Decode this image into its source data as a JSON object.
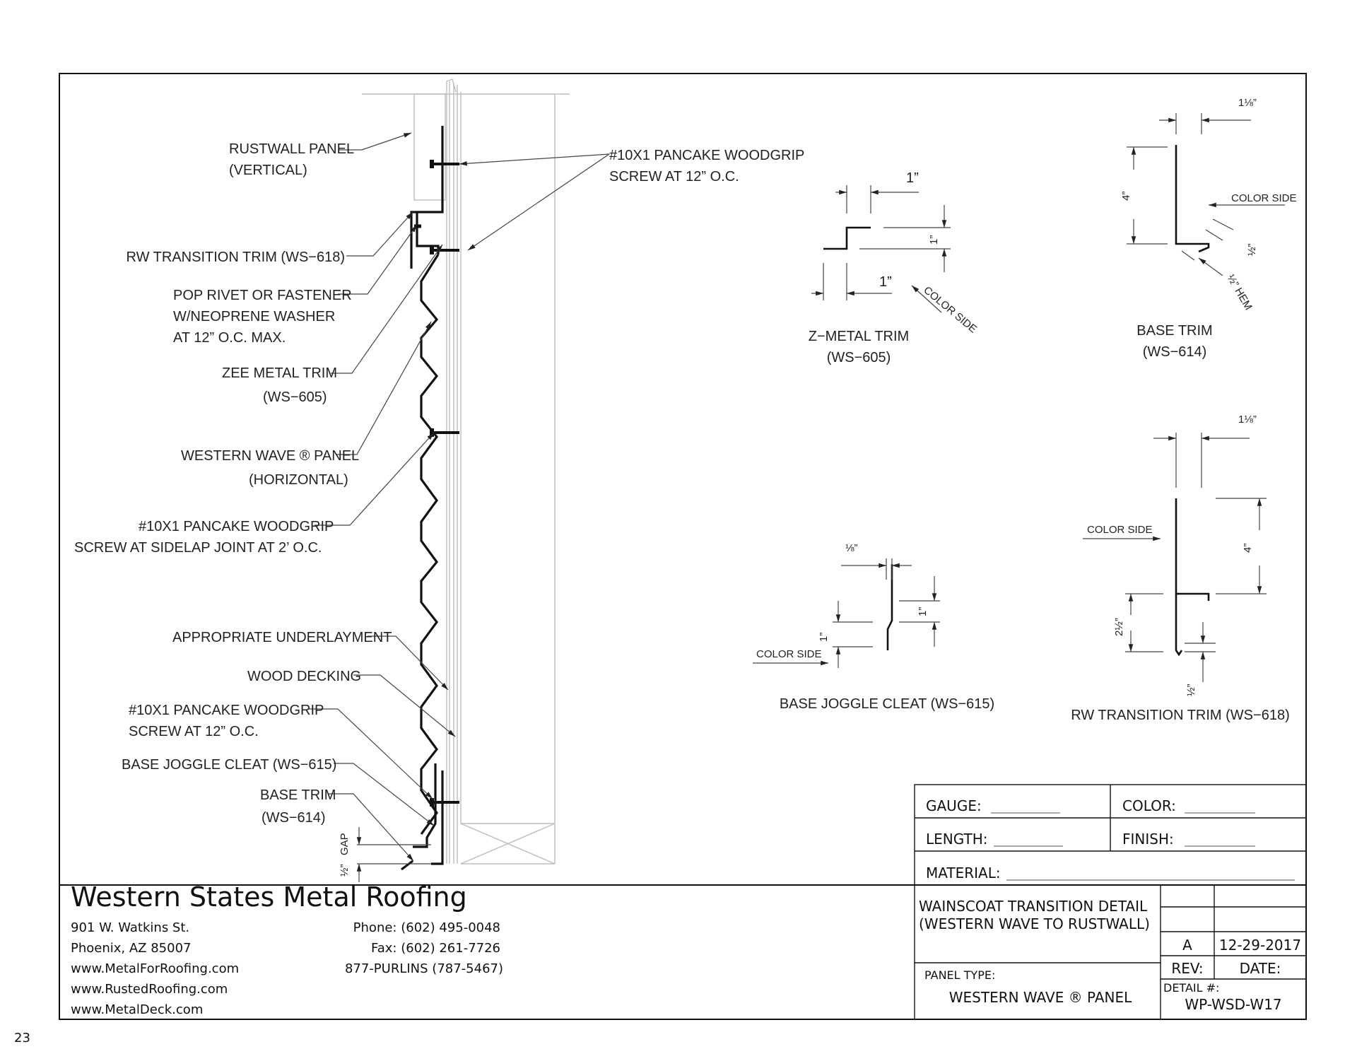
{
  "page_number": "23",
  "callouts": {
    "rustwall": [
      "RUSTWALL PANEL",
      "(VERTICAL)"
    ],
    "screw_top": [
      "#10X1 PANCAKE WOODGRIP",
      "SCREW AT 12” O.C."
    ],
    "rw_transition": "RW TRANSITION TRIM (WS−618)",
    "pop_rivet": [
      "POP RIVET OR FASTENER",
      "W/NEOPRENE WASHER",
      "AT 12” O.C. MAX."
    ],
    "zee_trim": [
      "ZEE METAL TRIM",
      "(WS−605)"
    ],
    "western_wave": [
      "WESTERN WAVE ® PANEL",
      "(HORIZONTAL)"
    ],
    "screw_sidelap": [
      "#10X1 PANCAKE WOODGRIP",
      "SCREW AT SIDELAP JOINT AT 2’ O.C."
    ],
    "underlayment": "APPROPRIATE UNDERLAYMENT",
    "wood_decking": "WOOD DECKING",
    "screw_bottom": [
      "#10X1 PANCAKE WOODGRIP",
      "SCREW AT 12” O.C."
    ],
    "base_joggle": "BASE JOGGLE CLEAT (WS−615)",
    "base_trim": [
      "BASE TRIM",
      "(WS−614)"
    ],
    "gap": "GAP",
    "gap_dim": "½”"
  },
  "details": {
    "z_trim": {
      "title": [
        "Z−METAL TRIM",
        "(WS−605)"
      ],
      "dims": [
        "1”",
        "1”",
        "1”"
      ],
      "color_side": "COLOR SIDE"
    },
    "base_trim": {
      "title": [
        "BASE TRIM",
        "(WS−614)"
      ],
      "dims": [
        "1⅛”",
        "4”",
        "½”",
        "½” HEM"
      ],
      "color_side": "COLOR SIDE"
    },
    "joggle": {
      "title": "BASE JOGGLE CLEAT (WS−615)",
      "dims": [
        "⅛”",
        "1”",
        "1”"
      ],
      "color_side": "COLOR SIDE"
    },
    "rw_trim": {
      "title": "RW TRANSITION TRIM (WS−618)",
      "dims": [
        "1⅛”",
        "4”",
        "2½”",
        "½”"
      ],
      "color_side": "COLOR SIDE"
    }
  },
  "spec_fields": {
    "gauge": "GAUGE:",
    "color": "COLOR:",
    "length": "LENGTH:",
    "finish": "FINISH:",
    "material": "MATERIAL:"
  },
  "title_block": {
    "company": "Western States Metal Roofing",
    "address1": "901 W. Watkins St.",
    "address2": "Phoenix, AZ 85007",
    "web1": "www.MetalForRoofing.com",
    "web2": "www.RustedRoofing.com",
    "web3": "www.MetalDeck.com",
    "phone": "Phone: (602) 495-0048",
    "fax": "Fax: (602) 261-7726",
    "tollfree": "877-PURLINS (787-5467)",
    "drawing_title1": "WAINSCOAT TRANSITION DETAIL",
    "drawing_title2": "(WESTERN WAVE TO RUSTWALL)",
    "panel_type_label": "PANEL TYPE:",
    "panel_type": "WESTERN WAVE ® PANEL",
    "rev": "A",
    "date": "12-29-2017",
    "rev_label": "REV:",
    "date_label": "DATE:",
    "detail_label": "DETAIL #:",
    "detail_no": "WP-WSD-W17"
  }
}
